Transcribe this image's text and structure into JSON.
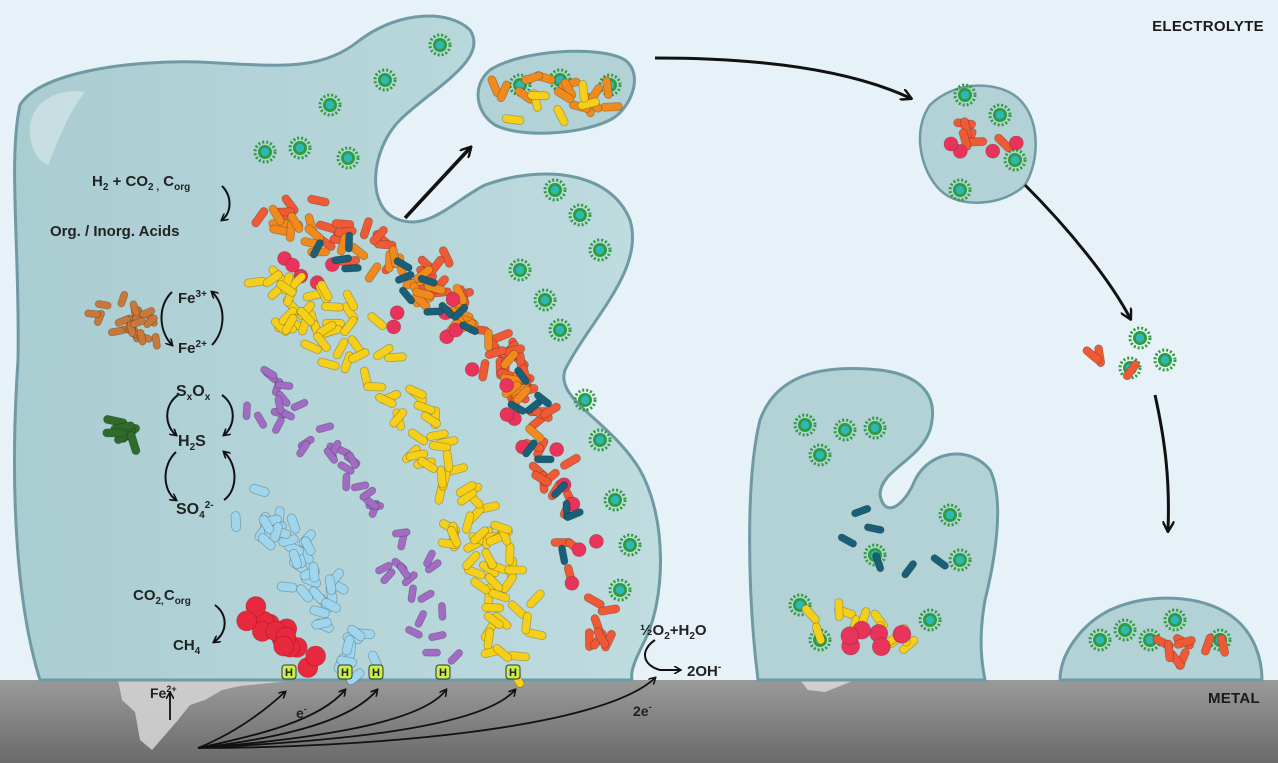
{
  "regions": {
    "electrolyte": "ELECTROLYTE",
    "metal": "METAL"
  },
  "processes": {
    "acid_input_h2": "H",
    "acid_input_h2_sub": "2",
    "acid_input_co2": " + CO",
    "acid_input_co2_sub": "2 ,",
    "acid_input_corg": " C",
    "acid_input_corg_sub": "org",
    "acid_output": "Org. / Inorg. Acids",
    "iron_fe": "Fe",
    "iron_fe3_sup": "3+",
    "iron_fe2_sup": "2+",
    "sulfur_s": "S",
    "sulfur_x": "x",
    "sulfur_o": "O",
    "sulfur_h": "H",
    "sulfur_h2_sub": "2",
    "sulfur_hs": "S",
    "sulfur_so": "SO",
    "sulfur_so4_sub": "4",
    "sulfur_so4_sup": "2-",
    "methane_co": "CO",
    "methane_co2_sub": "2,",
    "methane_c": "C",
    "methane_corg_sub": "org",
    "methane_ch": "CH",
    "methane_ch4_sub": "4",
    "oxygen_half": "½",
    "oxygen_o": "O",
    "oxygen_o2_sub": "2",
    "oxygen_plus_h": "+H",
    "oxygen_h2o_sub": "2",
    "oxygen_h2o_o": "O",
    "oxygen_product": "2OH",
    "oxygen_product_sup": "-",
    "ferrous_fe": "Fe",
    "ferrous_sup": "2+",
    "electron_e": "e",
    "electron_sup": "-",
    "electron_2e": "2e",
    "electron_2e_sup": "-",
    "hydrogen_marker": "H"
  },
  "colors": {
    "electrolyte_bg": "#e6f2f8",
    "biofilm_fill": "#b3d2d6",
    "biofilm_stroke": "#6f9aa4",
    "metal_top": "#8e8e8e",
    "metal_bottom": "#6e6e6e",
    "yellow_cells": "#f6cf1a",
    "orange_cells": "#f08a1e",
    "red_cells": "#ef5a36",
    "pink_spheres": "#e8335a",
    "green_cells": "#2f9c3e",
    "teal_cells": "#2cb8b8",
    "blue_cells": "#9fd6ee",
    "purple_cells": "#a36cc4",
    "dark_teal_rods": "#1a5f78"
  }
}
